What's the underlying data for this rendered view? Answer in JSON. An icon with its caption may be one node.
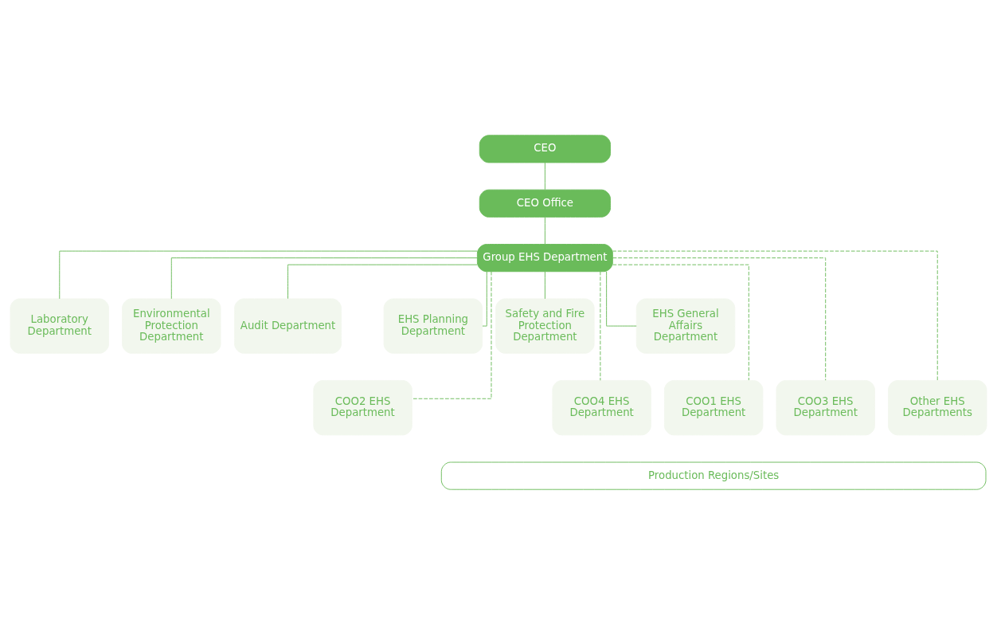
{
  "diagram": {
    "nodes": [
      {
        "text": [
          "CEO"
        ]
      },
      {
        "text": [
          "CEO Office"
        ]
      },
      {
        "text": [
          "Group EHS Department"
        ]
      },
      {
        "text": [
          "Laboratory Department"
        ]
      },
      {
        "text": [
          "Environmental Protection Department"
        ]
      },
      {
        "text": [
          "Audit Department"
        ]
      },
      {
        "text": [
          "EHS General Affairs Department"
        ]
      },
      {
        "text": [
          "EHS Planning Department"
        ]
      },
      {
        "text": [
          "Safety and Fire Protection Department"
        ]
      },
      {
        "text": [
          "COO1 EHS Department"
        ]
      },
      {
        "text": [
          "COO2 EHS Department"
        ]
      },
      {
        "text": [
          "COO3 EHS Department"
        ]
      },
      {
        "text": [
          "COO4 EHS Department"
        ]
      },
      {
        "text": [
          "Other EHS Departments"
        ]
      },
      {
        "text": [
          "Production Regions/Sites"
        ]
      }
    ],
    "edges": [
      {
        "from": 0,
        "to": 1,
        "arrow": "none"
      },
      {
        "from": 1,
        "to": 2,
        "arrow": "none"
      },
      {
        "from": 2,
        "to": 3,
        "arrow": "none"
      },
      {
        "from": 2,
        "to": 4,
        "arrow": "none"
      },
      {
        "from": 2,
        "to": 5,
        "arrow": "none"
      },
      {
        "from": 2,
        "to": 6,
        "arrow": "none"
      },
      {
        "from": 2,
        "to": 7,
        "arrow": "none"
      },
      {
        "from": 2,
        "to": 8,
        "arrow": "none"
      },
      {
        "from": 2,
        "to": 9,
        "arrow": "none",
        "style": "dashed"
      },
      {
        "from": 2,
        "to": 10,
        "arrow": "none",
        "style": "dashed"
      },
      {
        "from": 2,
        "to": 11,
        "arrow": "none",
        "style": "dashed"
      },
      {
        "from": 2,
        "to": 12,
        "arrow": "none",
        "style": "dashed"
      },
      {
        "from": 2,
        "to": 13,
        "arrow": "none",
        "style": "dashed"
      }
    ]
  }
}
